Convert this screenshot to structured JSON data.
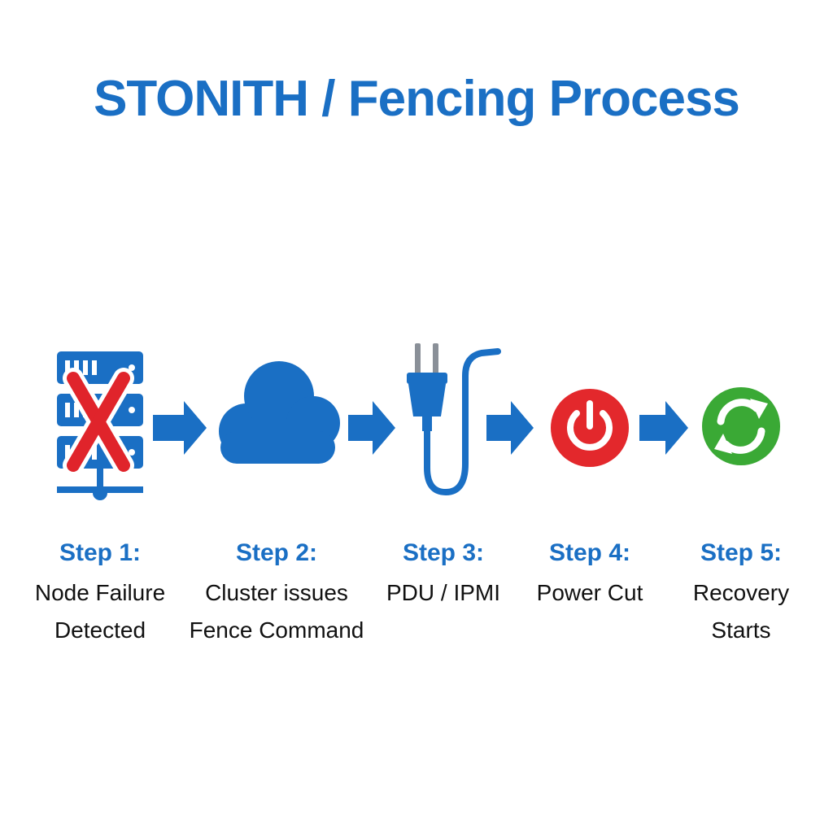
{
  "title": "STONITH / Fencing Process",
  "colors": {
    "primary_blue": "#1a6fc4",
    "fail_red": "#e0242b",
    "power_red": "#e3282c",
    "recovery_green": "#3aa935"
  },
  "steps": [
    {
      "label": "Step 1:",
      "line1": "Node Failure",
      "line2": "Detected",
      "icon": "failed-server-icon"
    },
    {
      "label": "Step 2:",
      "line1": "Cluster issues",
      "line2": "Fence Command",
      "icon": "cloud-icon"
    },
    {
      "label": "Step 3:",
      "line1": "PDU / IPMI",
      "line2": "",
      "icon": "power-plug-icon"
    },
    {
      "label": "Step 4:",
      "line1": "Power Cut",
      "line2": "",
      "icon": "power-button-icon"
    },
    {
      "label": "Step 5:",
      "line1": "Recovery",
      "line2": "Starts",
      "icon": "recovery-refresh-icon"
    }
  ]
}
